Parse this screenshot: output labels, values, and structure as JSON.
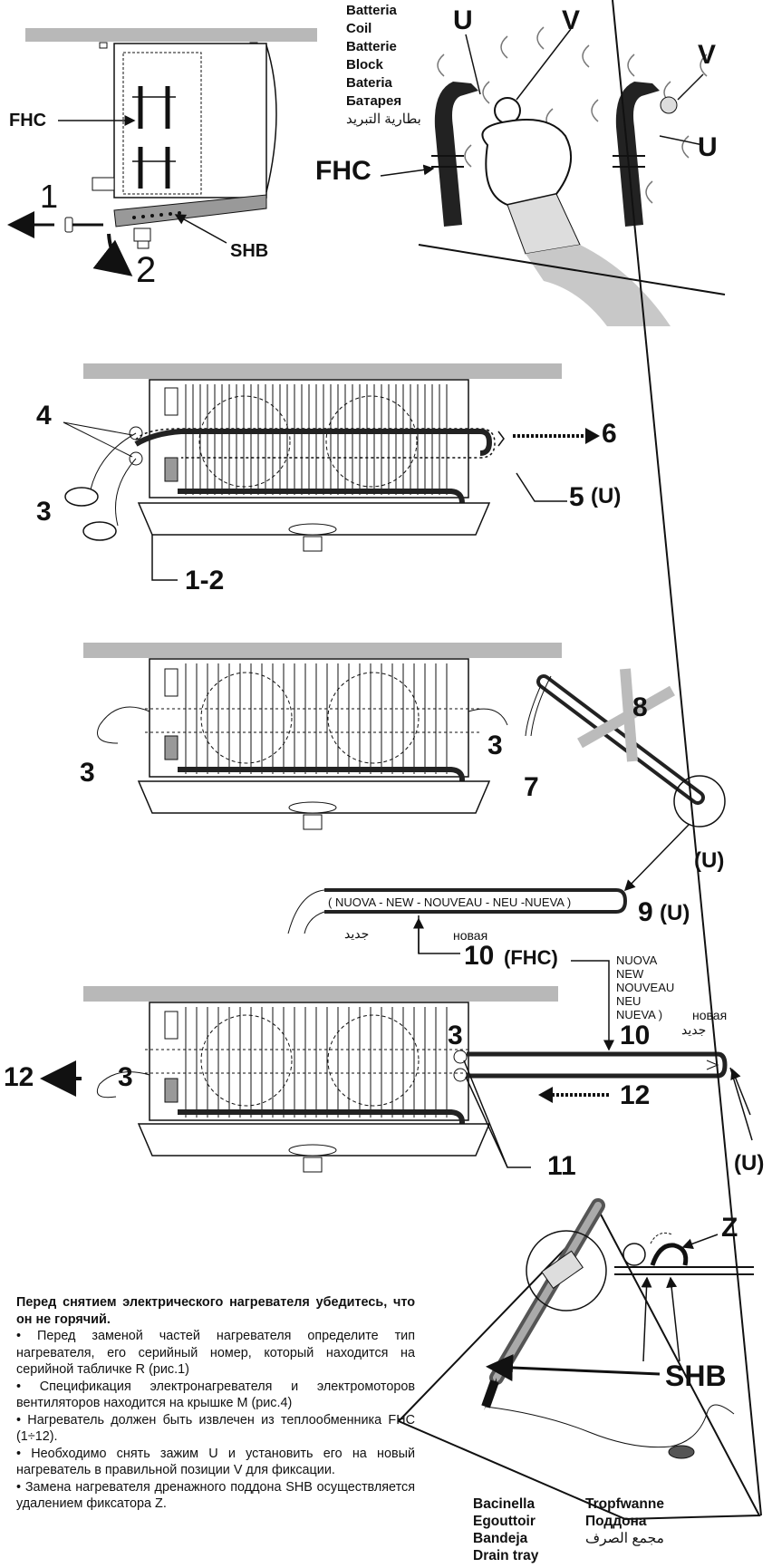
{
  "fig1": {
    "step1": "1",
    "step2": "2",
    "fhc": "FHC",
    "shb": "SHB"
  },
  "fig2": {
    "coil_names": [
      "Batteria",
      "Coil",
      "Batterie",
      "Block",
      "Bateria",
      "Батарея",
      "بطارية التبريد"
    ],
    "u_left": "U",
    "v_top": "V",
    "v_right": "V",
    "u_right": "U",
    "fhc": "FHC"
  },
  "fig3": {
    "n4": "4",
    "n3": "3",
    "n6": "6",
    "n5": "5",
    "u": "(U)",
    "n12": "1-2"
  },
  "fig4": {
    "n3_left": "3",
    "n3_right": "3",
    "n8": "8",
    "n7": "7",
    "u": "(U)",
    "new_heater_text": "( NUOVA - NEW - NOUVEAU - NEU -NUEVA )",
    "n9": "9",
    "u9": "(U)",
    "arabic_new": "جديد",
    "russian_new": "новая",
    "n10": "10",
    "fhc": "(FHC)"
  },
  "fig5": {
    "new_words": [
      "NUOVA",
      "NEW",
      "NOUVEAU",
      "NEU",
      "NUEVA )"
    ],
    "russian_new": "новая",
    "arabic_new": "جديد",
    "n3_right": "3",
    "n10": "10",
    "n12_left": "12",
    "n3_left": "3",
    "n12_right": "12",
    "n11": "11",
    "u": "(U)"
  },
  "fig6": {
    "z": "Z",
    "shb": "SHB"
  },
  "instructions": {
    "title": "Перед снятием электрического нагревателя убедитесь, что он не горячий.",
    "items": [
      "• Перед заменой частей нагревателя определите тип нагревателя, его серийный номер, который находится на серийной табличке R (рис.1)",
      "• Спецификация электронагревателя и электромоторов вентиляторов находится на крышке M (рис.4)",
      "•   Нагреватель   должен   быть   извлечен   из теплообменника FHC (1÷12).",
      "• Необходимо снять зажим U и установить его на новый нагреватель в правильной позиции V для фиксации.",
      "•  Замена нагревателя дренажного поддона SHB осуществляется удалением фиксатора Z."
    ]
  },
  "tray_names": {
    "left": [
      "Bacinella",
      "Egouttoir",
      "Bandeja",
      "Drain tray"
    ],
    "right": [
      "Tropfwanne",
      "Поддона",
      "مجمع الصرف"
    ]
  }
}
